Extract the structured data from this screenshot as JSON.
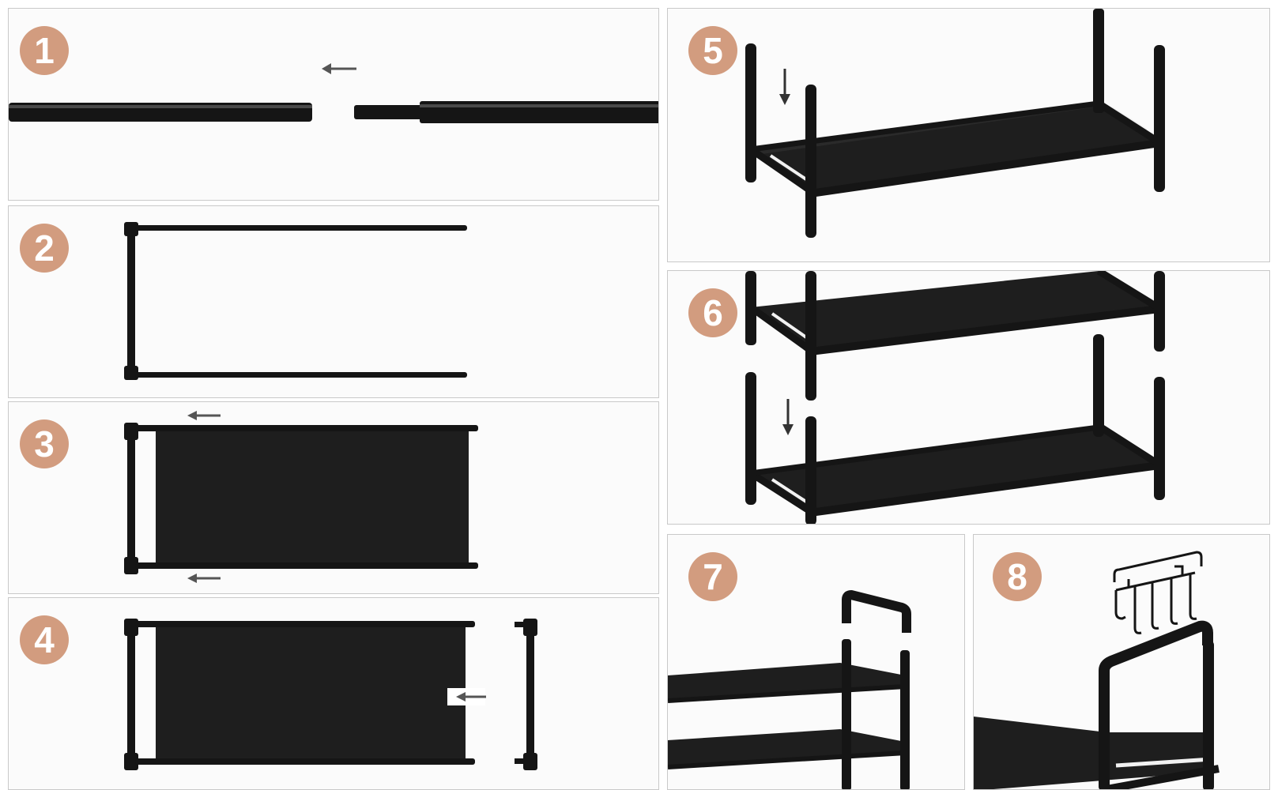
{
  "diagram": {
    "steps": [
      {
        "number": "1"
      },
      {
        "number": "2"
      },
      {
        "number": "3"
      },
      {
        "number": "4"
      },
      {
        "number": "5"
      },
      {
        "number": "6"
      },
      {
        "number": "7"
      },
      {
        "number": "8"
      }
    ],
    "colors": {
      "badge": "#d29c7f",
      "frame": "#151515",
      "fabric": "#1e1e1e",
      "arrow": "#555555",
      "panel_border": "#c9c9c9"
    }
  }
}
